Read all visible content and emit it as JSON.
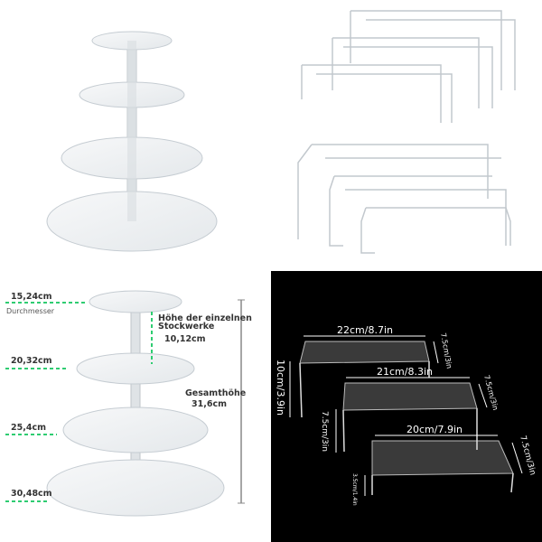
{
  "stand_labels": {
    "diameter_top": "15,24cm",
    "diameter_caption": "Durchmesser",
    "tier_height_line1": "Höhe der einzelnen",
    "tier_height_line2": "Stockwerke",
    "tier_height_value": "10,12cm",
    "diameter_2": "20,32cm",
    "diameter_3": "25,4cm",
    "diameter_4": "30,48cm",
    "total_height_caption": "Gesamthöhe",
    "total_height_value": "31,6cm"
  },
  "riser_labels": {
    "large_width": "22cm/8.7in",
    "large_depth": "7.5cm/3in",
    "large_height": "10cm/3.9in",
    "medium_width": "21cm/8.3in",
    "medium_depth": "7.5cm/3in",
    "medium_height": "7.5cm/3in",
    "small_width": "20cm/7.9in",
    "small_depth": "7.5cm/3in",
    "small_height": "3.5cm/1.4in"
  },
  "colors": {
    "guide": "#2ecc71",
    "panel": "#000000",
    "acrylic": "#c8d0d6"
  }
}
